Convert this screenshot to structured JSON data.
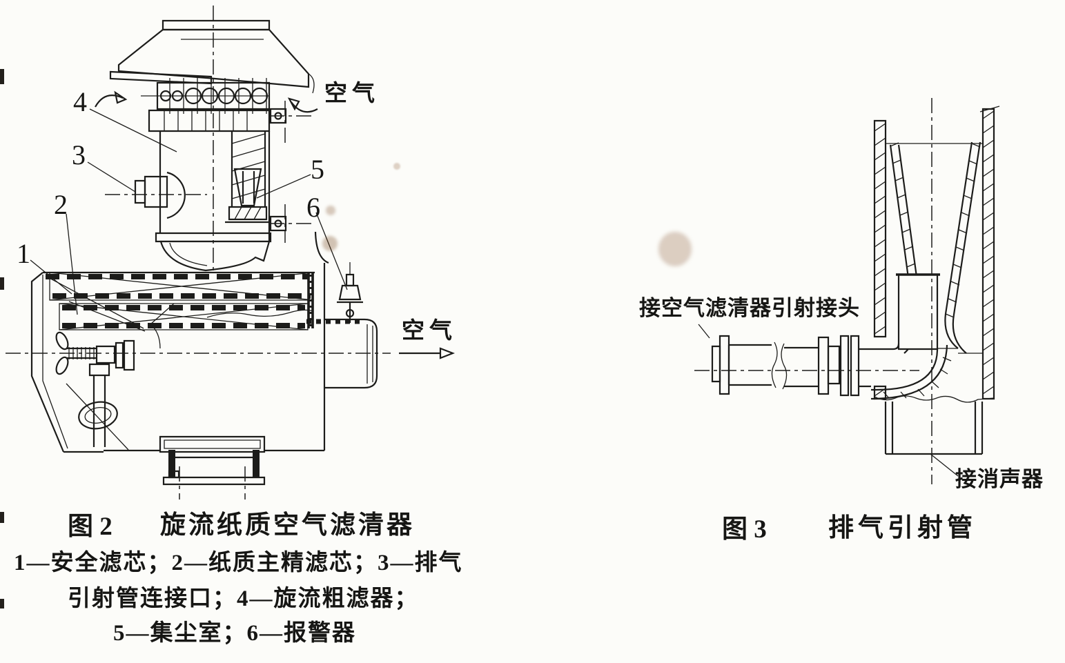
{
  "page": {
    "paper_color": "#fcfcf9",
    "ink_color": "#1c1c1a"
  },
  "figure2": {
    "air_label_top": "空气",
    "air_label_outlet": "空气",
    "callouts": [
      "1",
      "2",
      "3",
      "4",
      "5",
      "6"
    ],
    "caption_label": "图 2",
    "caption_title": "旋流纸质空气滤清器",
    "legend_lines": [
      "1—安全滤芯；2—纸质主精滤芯；3—排气",
      "引射管连接口；4—旋流粗滤器；",
      "5—集尘室；6—报警器"
    ]
  },
  "figure3": {
    "caption_label": "图 3",
    "caption_title": "排气引射管",
    "inlet_label": "接空气滤清器引射接头",
    "outlet_label": "接消声器"
  }
}
